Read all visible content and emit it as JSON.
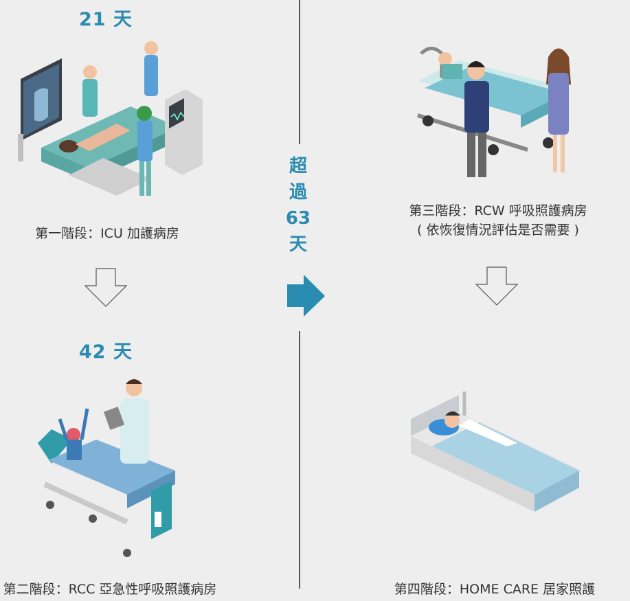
{
  "stage1": {
    "days": "21 天",
    "caption": "第一階段：ICU 加護病房"
  },
  "stage2": {
    "days": "42 天",
    "caption": "第二階段：RCC 亞急性呼吸照護病房"
  },
  "stage3": {
    "caption_line1": "第三階段：RCW 呼吸照護病房",
    "caption_line2": "( 依恢復情況評估是否需要 )"
  },
  "stage4": {
    "caption": "第四階段：HOME CARE 居家照護"
  },
  "center": {
    "c1": "超",
    "c2": "過",
    "c3": "63",
    "c4": "天"
  },
  "colors": {
    "accent": "#2a8bb0",
    "background": "#eeeeee",
    "line": "#555555"
  }
}
